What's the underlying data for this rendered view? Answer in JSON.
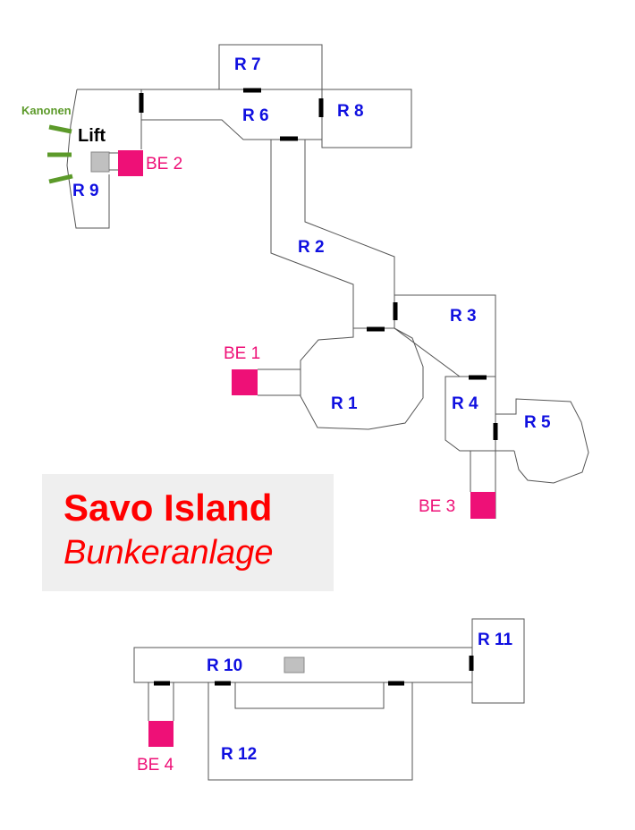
{
  "title": "Savo Island",
  "subtitle": "Bunkeranlage",
  "rooms": [
    "R 1",
    "R 2",
    "R 3",
    "R 4",
    "R 5",
    "R 6",
    "R 7",
    "R 8",
    "R 9",
    "R 10",
    "R 11",
    "R 12"
  ],
  "entrances": [
    "BE 1",
    "BE 2",
    "BE 3",
    "BE 4"
  ],
  "annotations": {
    "cannons": "Kanonen",
    "lift": "Lift"
  },
  "colors": {
    "room_label": "#1010e0",
    "entrance": "#ee1077",
    "title": "#ff0000",
    "cannon": "#5c9a2a",
    "lift_box": "#c0c0c0"
  }
}
